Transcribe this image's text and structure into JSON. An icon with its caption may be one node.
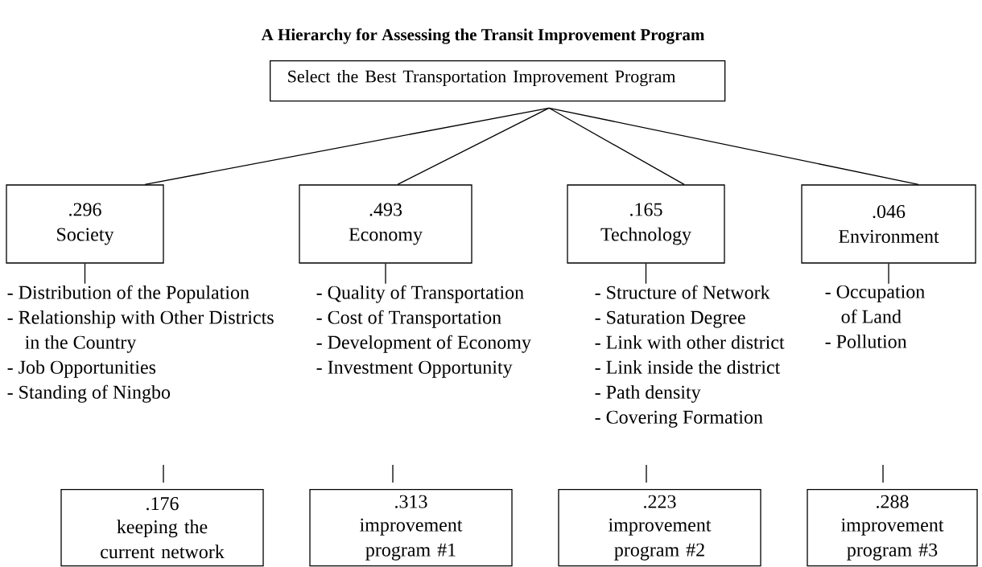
{
  "diagram": {
    "title": "A Hierarchy for Assessing the Transit Improvement Program",
    "nodes": [
      {
        "text": [
          "Select the Best Transportation Improvement Program"
        ]
      },
      {
        "text": [
          ".296",
          "Society"
        ]
      },
      {
        "text": [
          ".493",
          "Economy"
        ]
      },
      {
        "text": [
          ".165",
          "Technology"
        ]
      },
      {
        "text": [
          ".046",
          "Environment"
        ]
      },
      {
        "text": [
          "- Distribution of the Population",
          "- Relationship with Other Districts in the Country",
          "- Job Opportunities",
          "- Standing of Ningbo"
        ]
      },
      {
        "text": [
          "- Quality of Transportation",
          "- Cost of Transportation",
          "- Development of Economy",
          "- Investment Opportunity"
        ]
      },
      {
        "text": [
          "- Structure of Network",
          "- Saturation Degree",
          "- Link with other district",
          "- Link inside the district",
          "- Path density",
          "- Covering Formation"
        ]
      },
      {
        "text": [
          "- Occupation of Land",
          "- Pollution"
        ]
      },
      {
        "text": [
          ".176",
          "keeping the current network"
        ]
      },
      {
        "text": [
          ".313",
          "improvement program #1"
        ]
      },
      {
        "text": [
          ".223",
          "improvement program #2"
        ]
      },
      {
        "text": [
          ".288",
          "improvement program #3"
        ]
      }
    ],
    "edges": [
      {
        "from": 0,
        "to": 1,
        "arrow": "none"
      },
      {
        "from": 0,
        "to": 2,
        "arrow": "none"
      },
      {
        "from": 0,
        "to": 3,
        "arrow": "none"
      },
      {
        "from": 0,
        "to": 4,
        "arrow": "none"
      },
      {
        "from": 1,
        "to": 5,
        "arrow": "none"
      },
      {
        "from": 2,
        "to": 6,
        "arrow": "none"
      },
      {
        "from": 3,
        "to": 7,
        "arrow": "none"
      },
      {
        "from": 4,
        "to": 8,
        "arrow": "none"
      }
    ]
  }
}
